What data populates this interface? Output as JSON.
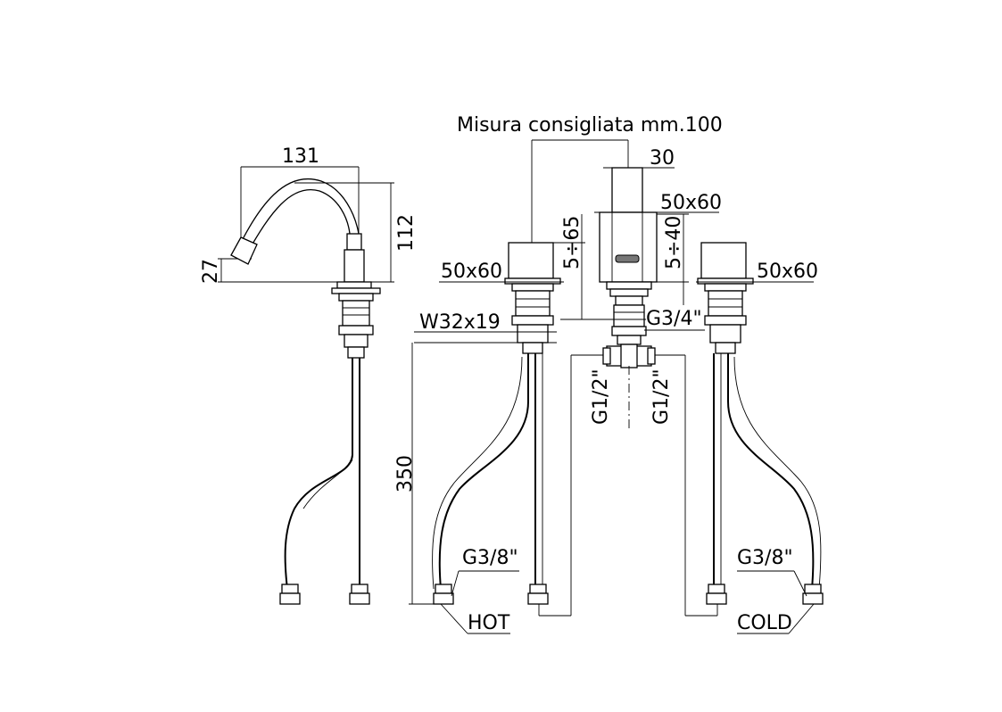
{
  "labels": {
    "recommended": "Misura consigliata mm.100",
    "spout_width": "131",
    "spout_height": "112",
    "spout_base": "27",
    "handle_left": "50x60",
    "handle_right": "50x60",
    "body_center": "50x60",
    "stem_center": "30",
    "adj_left": "5÷65",
    "adj_center": "5÷40",
    "nut": "W32x19",
    "thread_body": "G3/4\"",
    "outlet_left": "G1/2\"",
    "outlet_right": "G1/2\"",
    "hose_len": "350",
    "hose_thread_hot": "G3/8\"",
    "hose_thread_cold": "G3/8\"",
    "hot": "HOT",
    "cold": "COLD"
  }
}
